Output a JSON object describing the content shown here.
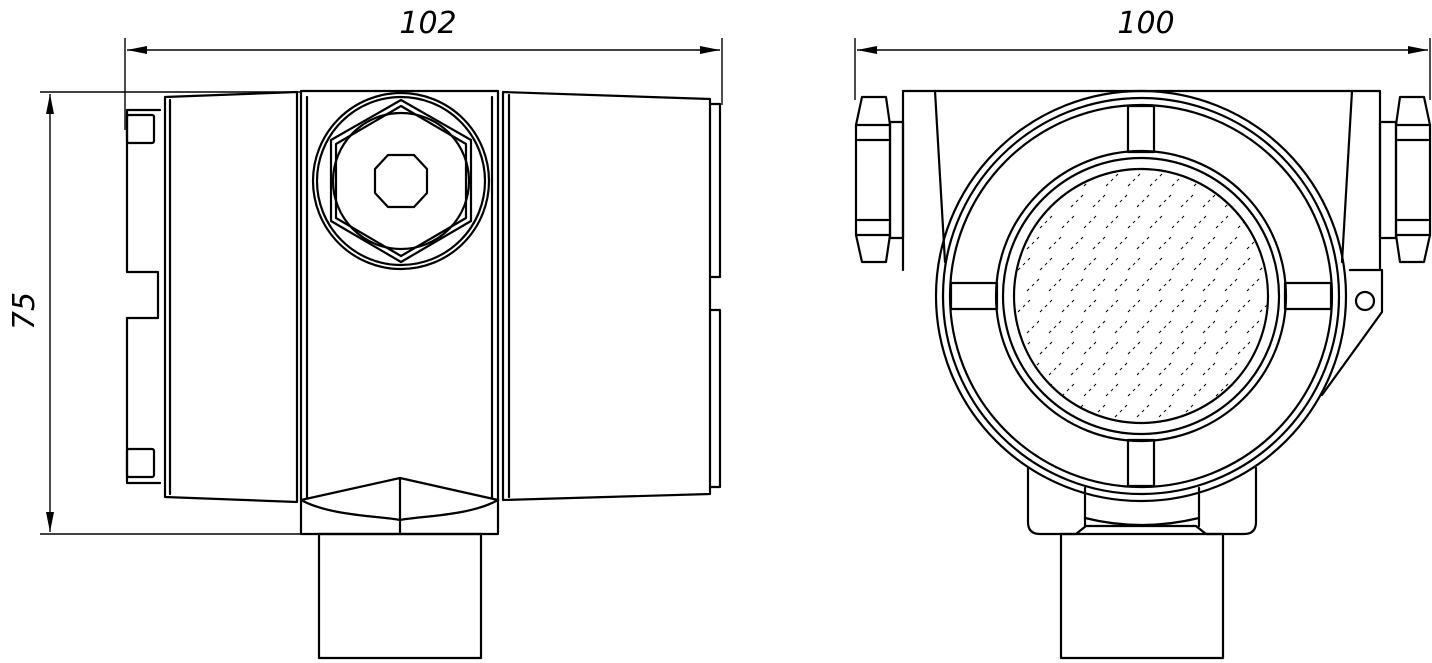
{
  "drawing": {
    "side_view": {
      "width_dimension": "102",
      "height_dimension": "75"
    },
    "front_view": {
      "width_dimension": "100"
    }
  }
}
